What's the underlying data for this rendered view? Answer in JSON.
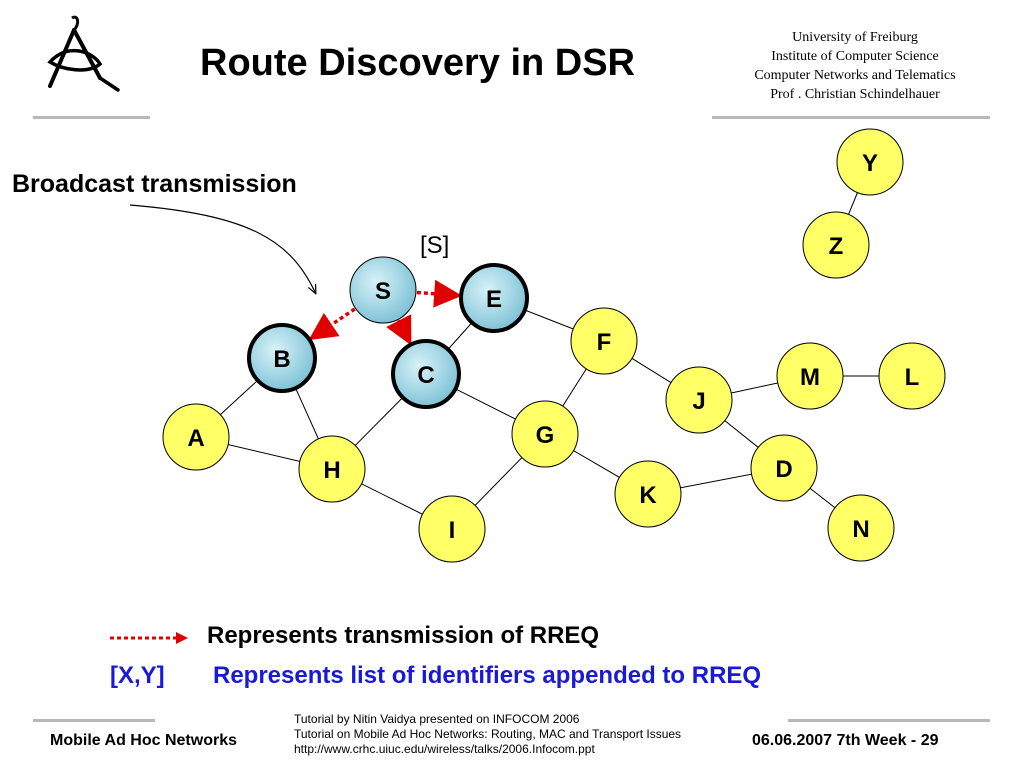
{
  "slide": {
    "title": "Route Discovery in DSR",
    "institution": {
      "line1": "University of Freiburg",
      "line2": "Institute of Computer Science",
      "line3": "Computer    Networks   and   Telematics",
      "line4": "Prof . Christian Schindelhauer"
    },
    "logo_icon": "freiburg-logo-icon",
    "subtitle": "Broadcast transmission",
    "route_label": "[S]"
  },
  "diagram": {
    "colors": {
      "node_fill": "#ffff66",
      "highlight_fill": "#a6d8e6",
      "rreq_arrow": "#e00000",
      "edge": "#000000"
    },
    "nodes": [
      {
        "id": "S",
        "label": "S",
        "state": "source"
      },
      {
        "id": "E",
        "label": "E",
        "state": "received"
      },
      {
        "id": "B",
        "label": "B",
        "state": "received"
      },
      {
        "id": "C",
        "label": "C",
        "state": "received"
      },
      {
        "id": "A",
        "label": "A",
        "state": "idle"
      },
      {
        "id": "H",
        "label": "H",
        "state": "idle"
      },
      {
        "id": "I",
        "label": "I",
        "state": "idle"
      },
      {
        "id": "G",
        "label": "G",
        "state": "idle"
      },
      {
        "id": "F",
        "label": "F",
        "state": "idle"
      },
      {
        "id": "K",
        "label": "K",
        "state": "idle"
      },
      {
        "id": "J",
        "label": "J",
        "state": "idle"
      },
      {
        "id": "M",
        "label": "M",
        "state": "idle"
      },
      {
        "id": "L",
        "label": "L",
        "state": "idle"
      },
      {
        "id": "D",
        "label": "D",
        "state": "idle"
      },
      {
        "id": "N",
        "label": "N",
        "state": "idle"
      },
      {
        "id": "Z",
        "label": "Z",
        "state": "idle"
      },
      {
        "id": "Y",
        "label": "Y",
        "state": "idle"
      }
    ],
    "links": [
      [
        "B",
        "A"
      ],
      [
        "B",
        "H"
      ],
      [
        "A",
        "H"
      ],
      [
        "C",
        "H"
      ],
      [
        "C",
        "G"
      ],
      [
        "E",
        "C"
      ],
      [
        "E",
        "F"
      ],
      [
        "H",
        "I"
      ],
      [
        "I",
        "G"
      ],
      [
        "G",
        "F"
      ],
      [
        "G",
        "K"
      ],
      [
        "F",
        "J"
      ],
      [
        "J",
        "M"
      ],
      [
        "M",
        "L"
      ],
      [
        "J",
        "D"
      ],
      [
        "K",
        "D"
      ],
      [
        "D",
        "N"
      ],
      [
        "Z",
        "Y"
      ]
    ],
    "rreq_transmissions": [
      {
        "from": "S",
        "to": "E"
      },
      {
        "from": "S",
        "to": "B"
      },
      {
        "from": "S",
        "to": "C"
      }
    ]
  },
  "legend": {
    "arrow_text": "Represents transmission of RREQ",
    "list_key": "[X,Y]",
    "list_text": "Represents list of identifiers appended to RREQ"
  },
  "footer": {
    "left": "Mobile Ad Hoc Networks",
    "credit_line1": "Tutorial by Nitin Vaidya presented on INFOCOM 2006",
    "credit_line2": "Tutorial on Mobile Ad Hoc Networks: Routing, MAC and Transport Issues",
    "credit_line3": "http://www.crhc.uiuc.edu/wireless/talks/2006.Infocom.ppt",
    "right": "06.06.2007 7th Week - 29"
  }
}
